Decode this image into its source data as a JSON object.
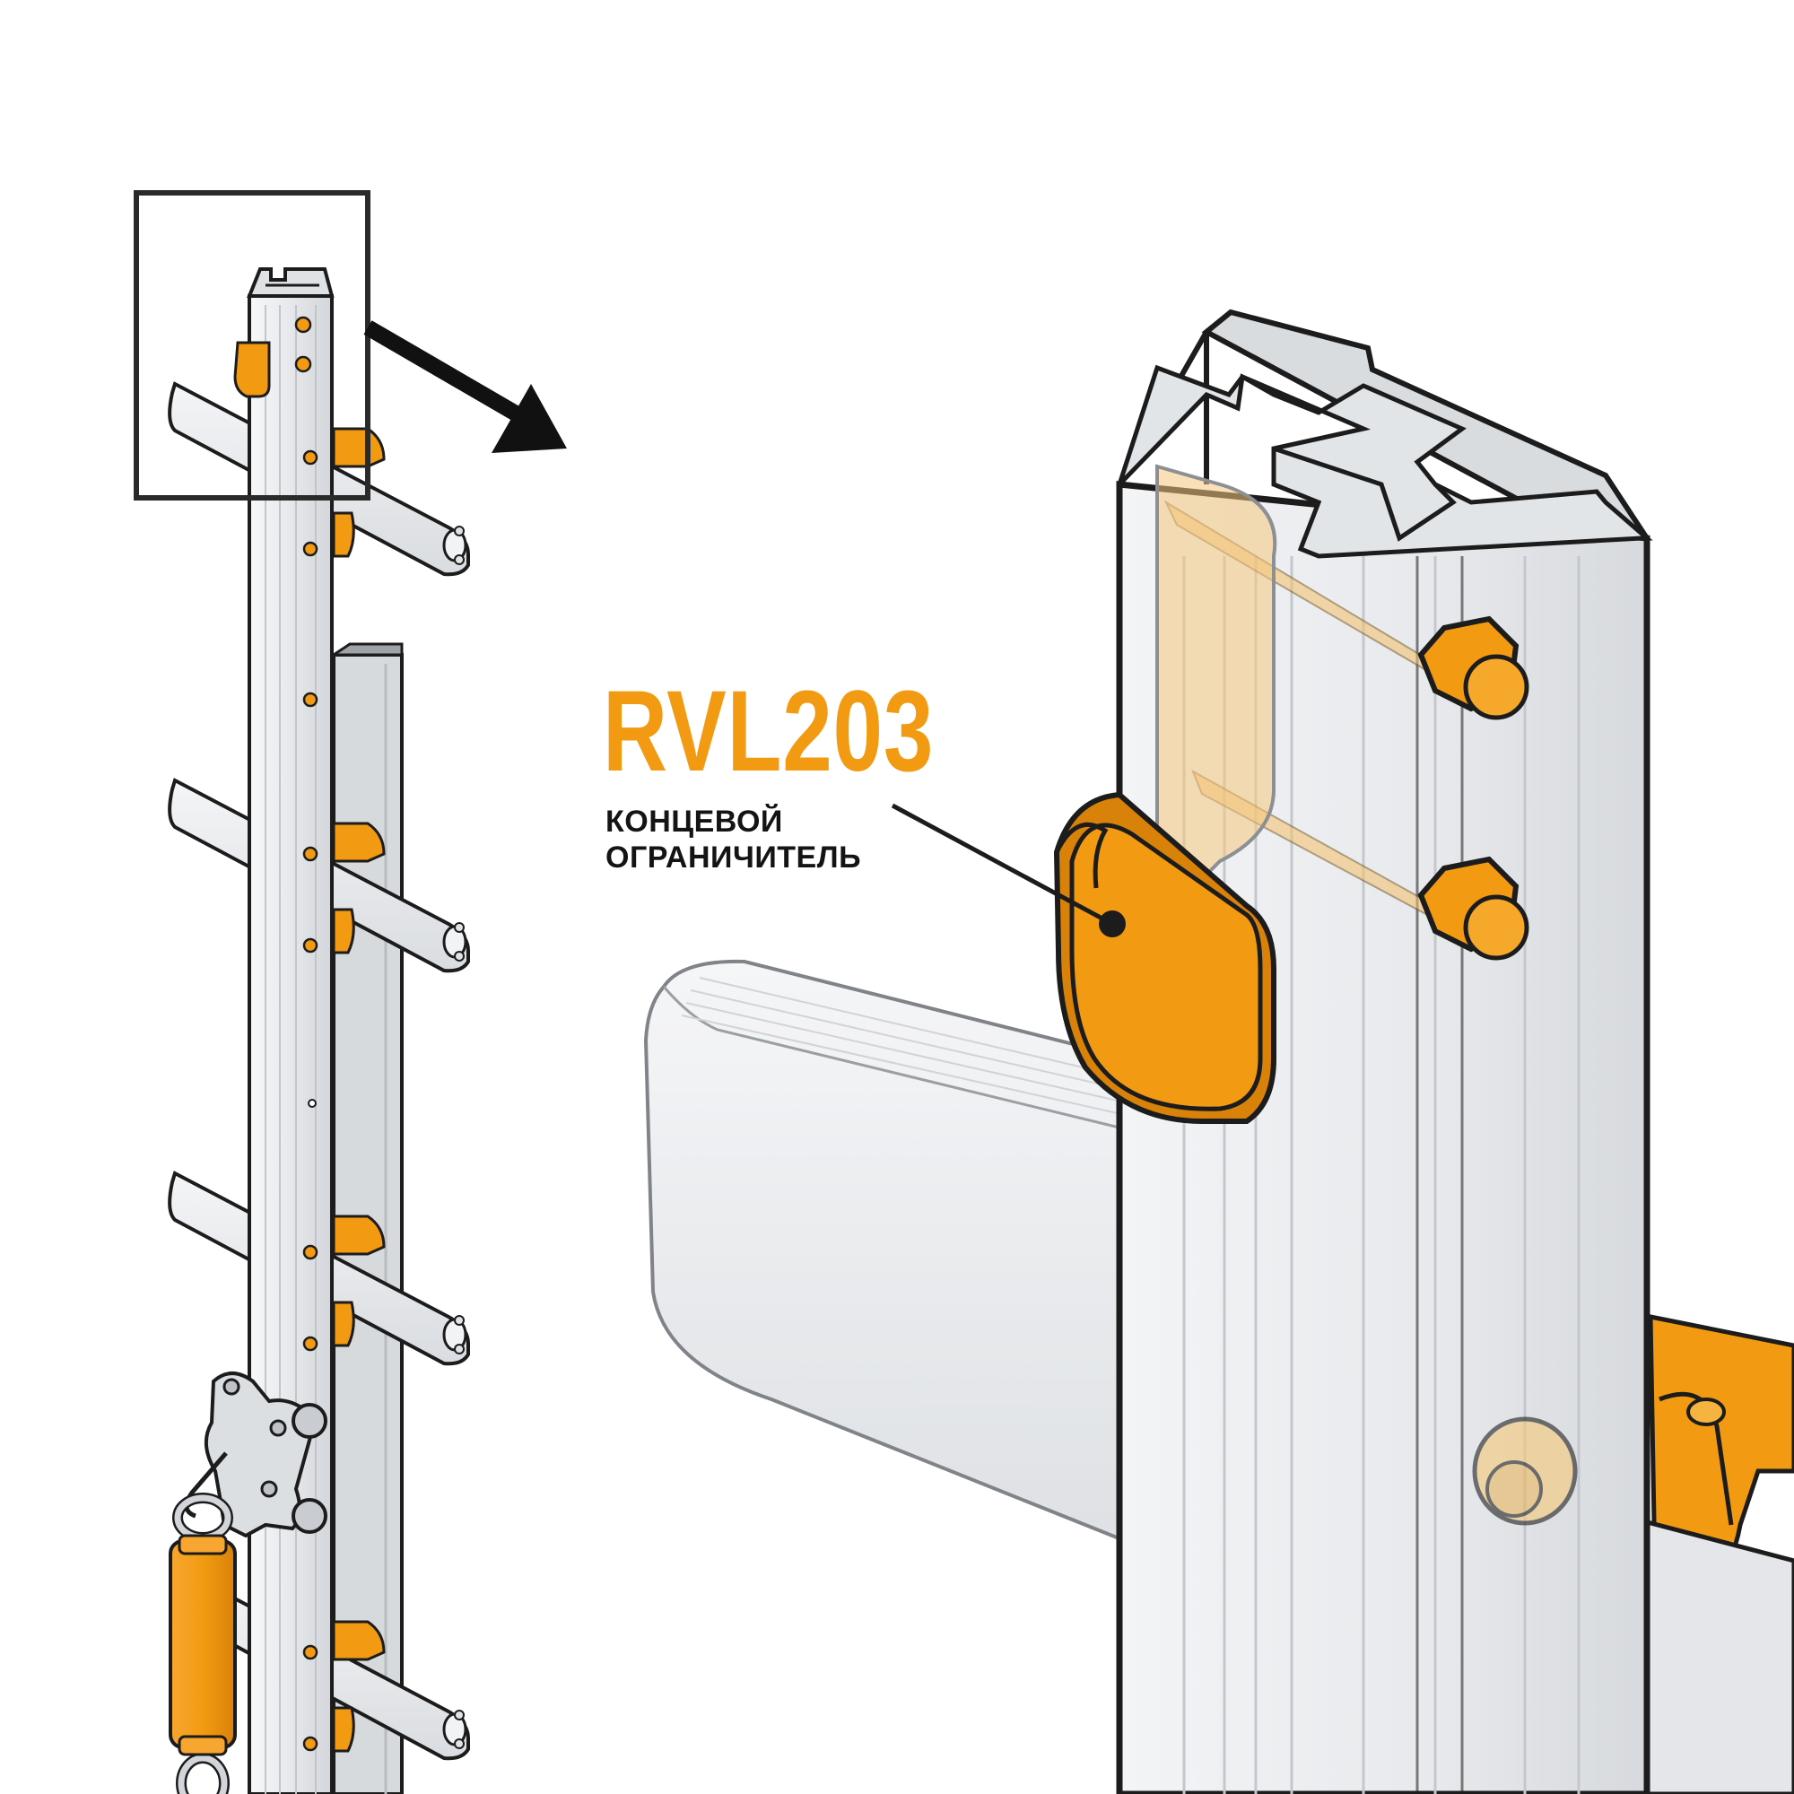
{
  "callout": {
    "part_code": "RVL203",
    "description_line1": "КОНЦЕВОЙ",
    "description_line2": "ОГРАНИЧИТЕЛЬ"
  },
  "colors": {
    "accent_orange": "#f29b12",
    "metal_light": "#eceef0",
    "metal_mid": "#d4d7db",
    "outline": "#1c1c1c",
    "background": "#ffffff"
  },
  "icons": [
    "arrow-right-down-icon"
  ]
}
